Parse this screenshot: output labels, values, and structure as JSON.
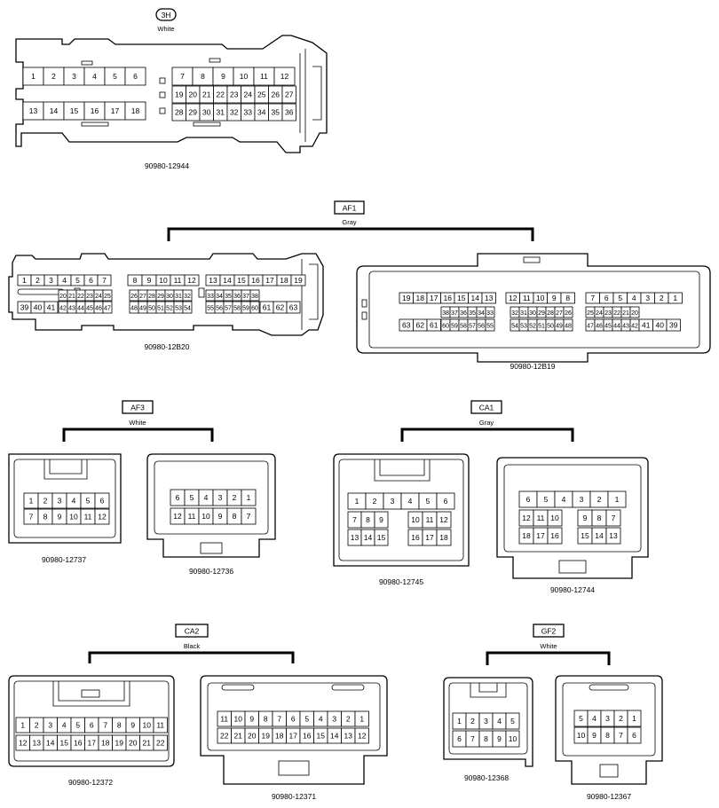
{
  "groups": {
    "3h": {
      "code": "3H",
      "color": "White"
    },
    "af1": {
      "code": "AF1",
      "color": "Gray"
    },
    "af3": {
      "code": "AF3",
      "color": "White"
    },
    "ca1": {
      "code": "CA1",
      "color": "Gray"
    },
    "ca2": {
      "code": "CA2",
      "color": "Black"
    },
    "gf2": {
      "code": "GF2",
      "color": "White"
    }
  },
  "parts": {
    "p12944": "90980-12944",
    "p12B20": "90980-12B20",
    "p12B19": "90980-12B19",
    "p12737": "90980-12737",
    "p12736": "90980-12736",
    "p12745": "90980-12745",
    "p12744": "90980-12744",
    "p12372": "90980-12372",
    "p12371": "90980-12371",
    "p12368": "90980-12368",
    "p12367": "90980-12367"
  },
  "pins": {
    "c3h": {
      "left": [
        [
          "1",
          "2",
          "3",
          "4",
          "5",
          "6"
        ],
        [
          "13",
          "14",
          "15",
          "16",
          "17",
          "18"
        ]
      ],
      "right": [
        [
          "7",
          "8",
          "9",
          "10",
          "11",
          "12"
        ],
        [
          "19",
          "20",
          "21",
          "22",
          "23",
          "24",
          "25",
          "26",
          "27"
        ],
        [
          "28",
          "29",
          "30",
          "31",
          "32",
          "33",
          "34",
          "35",
          "36"
        ]
      ]
    },
    "c12B20": {
      "top": [
        [
          "1",
          "2",
          "3",
          "4",
          "5",
          "6",
          "7"
        ],
        [
          "8",
          "9",
          "10",
          "11",
          "12"
        ],
        [
          "13",
          "14",
          "15",
          "16",
          "17",
          "18",
          "19"
        ]
      ],
      "mid": [
        [
          "20",
          "21",
          "22",
          "23",
          "24",
          "25"
        ],
        [
          "26",
          "27",
          "28",
          "29",
          "30",
          "31",
          "32"
        ],
        [
          "33",
          "34",
          "35",
          "36",
          "37",
          "38"
        ]
      ],
      "bot": [
        [
          "39",
          "40",
          "41",
          "42",
          "43",
          "44",
          "45",
          "46",
          "47"
        ],
        [
          "48",
          "49",
          "50",
          "51",
          "52",
          "53",
          "54"
        ],
        [
          "55",
          "56",
          "57",
          "58",
          "59",
          "60",
          "61",
          "62",
          "63"
        ]
      ]
    },
    "c12B19": {
      "top": [
        [
          "19",
          "18",
          "17",
          "16",
          "15",
          "14",
          "13"
        ],
        [
          "12",
          "11",
          "10",
          "9",
          "8"
        ],
        [
          "7",
          "6",
          "5",
          "4",
          "3",
          "2",
          "1"
        ]
      ],
      "mid": [
        [
          "38",
          "37",
          "36",
          "35",
          "34",
          "33"
        ],
        [
          "32",
          "31",
          "30",
          "29",
          "28",
          "27",
          "26"
        ],
        [
          "25",
          "24",
          "23",
          "22",
          "21",
          "20"
        ]
      ],
      "bot": [
        [
          "63",
          "62",
          "61",
          "60",
          "59",
          "58",
          "57",
          "56",
          "55"
        ],
        [
          "54",
          "53",
          "52",
          "51",
          "50",
          "49",
          "48"
        ],
        [
          "47",
          "46",
          "45",
          "44",
          "43",
          "42",
          "41",
          "40",
          "39"
        ]
      ]
    },
    "c12737": [
      [
        "1",
        "2",
        "3",
        "4",
        "5",
        "6"
      ],
      [
        "7",
        "8",
        "9",
        "10",
        "11",
        "12"
      ]
    ],
    "c12736": [
      [
        "6",
        "5",
        "4",
        "3",
        "2",
        "1"
      ],
      [
        "12",
        "11",
        "10",
        "9",
        "8",
        "7"
      ]
    ],
    "c12745": {
      "r1": [
        "1",
        "2",
        "3",
        "4",
        "5",
        "6"
      ],
      "r2a": [
        "7",
        "8",
        "9"
      ],
      "r2b": [
        "10",
        "11",
        "12"
      ],
      "r3a": [
        "13",
        "14",
        "15"
      ],
      "r3b": [
        "16",
        "17",
        "18"
      ]
    },
    "c12744": {
      "r1": [
        "6",
        "5",
        "4",
        "3",
        "2",
        "1"
      ],
      "r2a": [
        "12",
        "11",
        "10"
      ],
      "r2b": [
        "9",
        "8",
        "7"
      ],
      "r3a": [
        "18",
        "17",
        "16"
      ],
      "r3b": [
        "15",
        "14",
        "13"
      ]
    },
    "c12372": [
      [
        "1",
        "2",
        "3",
        "4",
        "5",
        "6",
        "7",
        "8",
        "9",
        "10",
        "11"
      ],
      [
        "12",
        "13",
        "14",
        "15",
        "16",
        "17",
        "18",
        "19",
        "20",
        "21",
        "22"
      ]
    ],
    "c12371": [
      [
        "11",
        "10",
        "9",
        "8",
        "7",
        "6",
        "5",
        "4",
        "3",
        "2",
        "1"
      ],
      [
        "22",
        "21",
        "20",
        "19",
        "18",
        "17",
        "16",
        "15",
        "14",
        "13",
        "12"
      ]
    ],
    "c12368": [
      [
        "1",
        "2",
        "3",
        "4",
        "5"
      ],
      [
        "6",
        "7",
        "8",
        "9",
        "10"
      ]
    ],
    "c12367": [
      [
        "5",
        "4",
        "3",
        "2",
        "1"
      ],
      [
        "10",
        "9",
        "8",
        "7",
        "6"
      ]
    ]
  }
}
